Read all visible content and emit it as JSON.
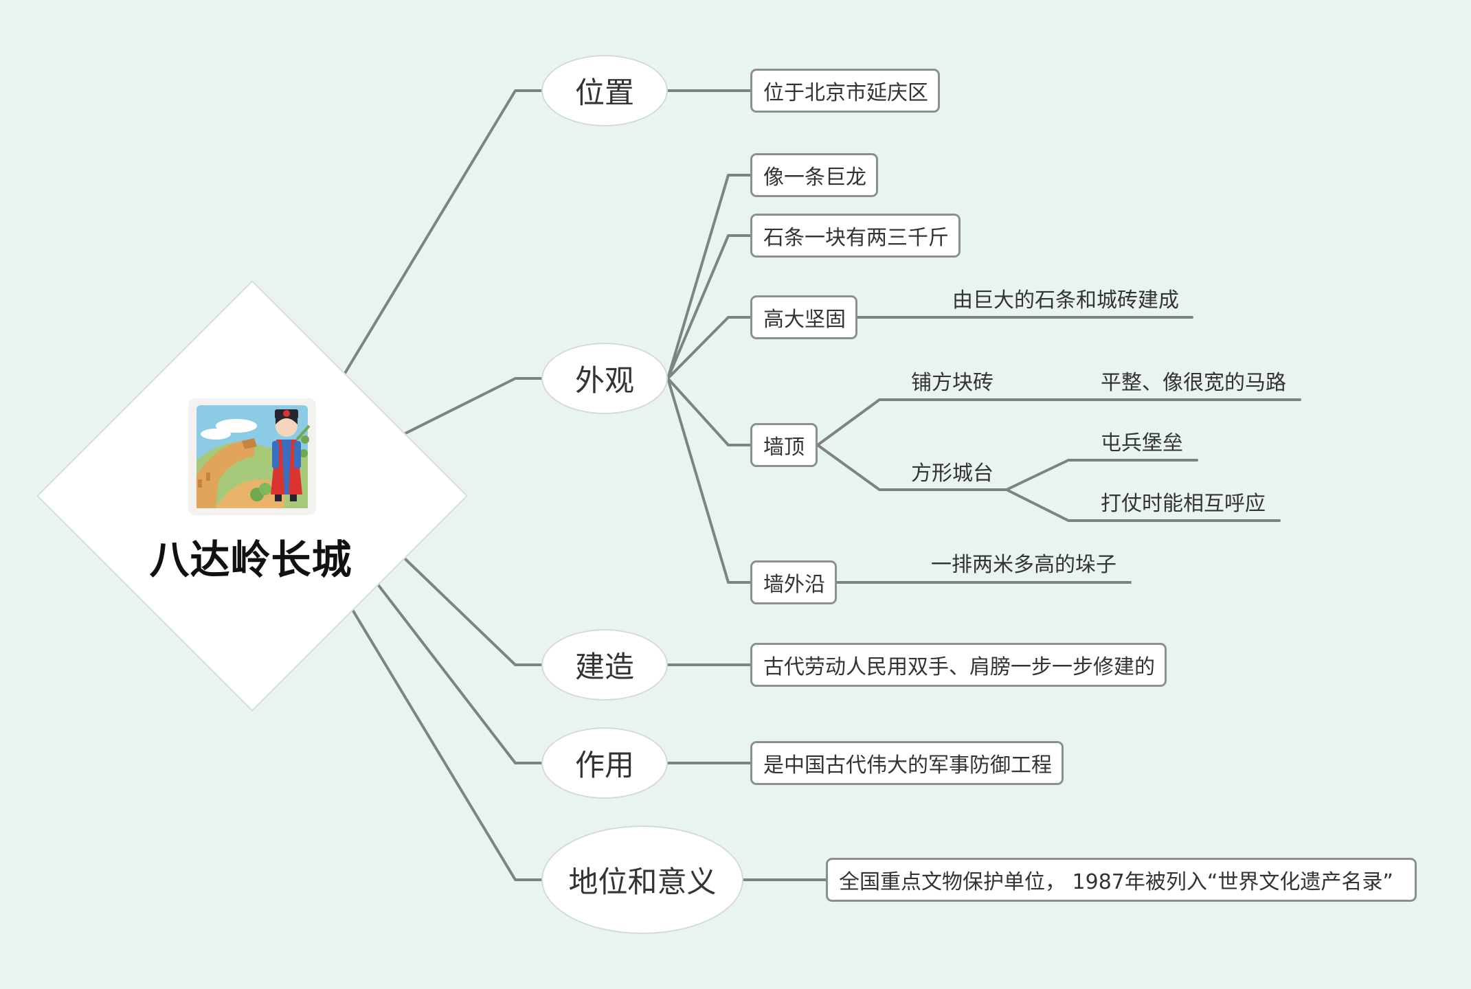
{
  "root": {
    "title": "八达岭长城"
  },
  "branches": {
    "location": {
      "label": "位置",
      "detail": "位于北京市延庆区"
    },
    "appearance": {
      "label": "外观",
      "dragon": "像一条巨龙",
      "stone": "石条一块有两三千斤",
      "sturdy": "高大坚固",
      "sturdy_detail": "由巨大的石条和城砖建成",
      "walltop": "墙顶",
      "paving": "铺方块砖",
      "paving_detail": "平整、像很宽的马路",
      "platform": "方形城台",
      "platform_detail_1": "屯兵堡垒",
      "platform_detail_2": "打仗时能相互呼应",
      "outer_edge": "墙外沿",
      "outer_edge_detail": "一排两米多高的垛子"
    },
    "construction": {
      "label": "建造",
      "detail": "古代劳动人民用双手、肩膀一步一步修建的"
    },
    "function": {
      "label": "作用",
      "detail": "是中国古代伟大的军事防御工程"
    },
    "status": {
      "label": "地位和意义",
      "detail": "全国重点文物保护单位， 1987年被列入“世界文化遗产名录”"
    }
  },
  "colors": {
    "background": "#e9f4f0",
    "line": "#7d847f",
    "box_border": "#8a908c"
  },
  "icons": {
    "illustration": "great-wall-girl-illustration"
  }
}
